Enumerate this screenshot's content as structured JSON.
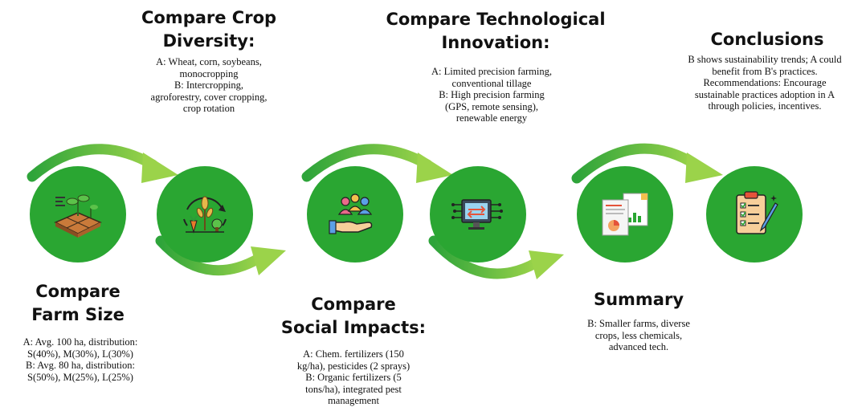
{
  "colors": {
    "circle": "#2aa632",
    "arc_dark": "#2ea43a",
    "arc_light": "#9bd34a"
  },
  "steps": [
    {
      "title": [
        "Compare",
        "Farm Size"
      ],
      "lines": [
        "A: Avg. 100 ha, distribution:",
        "S(40%), M(30%), L(30%)",
        "B: Avg. 80 ha, distribution:",
        "S(50%), M(25%), L(25%)"
      ],
      "icon": "farm-plot-icon"
    },
    {
      "title": [
        "Compare Crop",
        "Diversity:"
      ],
      "lines": [
        "A: Wheat, corn, soybeans,",
        "monocropping",
        "B: Intercropping,",
        "agroforestry, cover cropping,",
        "crop rotation"
      ],
      "icon": "crop-cycle-icon"
    },
    {
      "title": [
        "Compare",
        "Social Impacts:"
      ],
      "lines": [
        "A: Chem. fertilizers (150",
        "kg/ha), pesticides (2 sprays)",
        "B: Organic fertilizers (5",
        "tons/ha), integrated pest",
        "management"
      ],
      "icon": "community-hand-icon"
    },
    {
      "title": [
        "Compare Technological",
        "Innovation:"
      ],
      "lines": [
        "A: Limited precision farming,",
        "conventional tillage",
        "B: High precision farming",
        "(GPS, remote sensing),",
        "renewable energy"
      ],
      "icon": "computer-chip-icon"
    },
    {
      "title": [
        "Summary"
      ],
      "lines": [
        "B: Smaller farms, diverse",
        "crops, less chemicals,",
        "advanced tech."
      ],
      "icon": "report-documents-icon"
    },
    {
      "title": [
        "Conclusions"
      ],
      "lines": [
        "B shows sustainability trends; A could",
        "benefit from B's practices.",
        "Recommendations: Encourage",
        "sustainable practices adoption in A",
        "through policies, incentives."
      ],
      "icon": "clipboard-checklist-icon"
    }
  ]
}
